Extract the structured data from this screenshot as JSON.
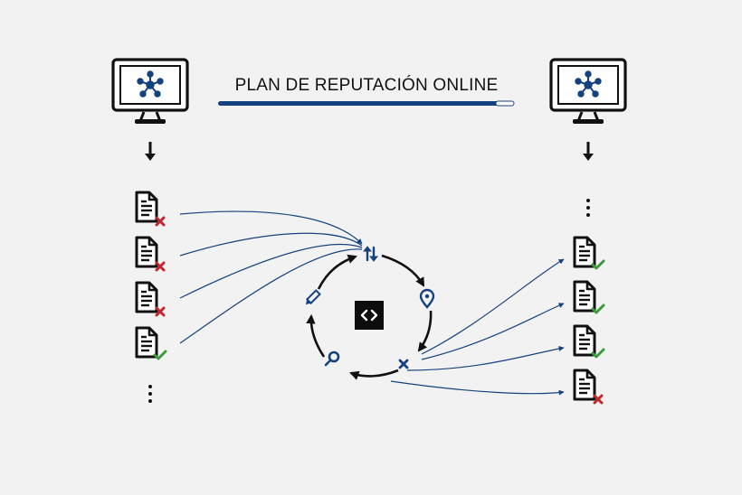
{
  "title": "PLAN DE REPUTACIÓN ONLINE",
  "colors": {
    "accent": "#15427e",
    "ink": "#111111",
    "negative": "#c0272d",
    "positive": "#3a9a3a",
    "background": "#f2f2f2"
  },
  "left_column": {
    "documents": [
      {
        "status": "negative",
        "badge_icon": "x-mark-icon"
      },
      {
        "status": "negative",
        "badge_icon": "x-mark-icon"
      },
      {
        "status": "negative",
        "badge_icon": "x-mark-icon"
      },
      {
        "status": "positive",
        "badge_icon": "check-mark-icon"
      }
    ]
  },
  "right_column": {
    "documents": [
      {
        "status": "positive",
        "badge_icon": "check-mark-icon"
      },
      {
        "status": "positive",
        "badge_icon": "check-mark-icon"
      },
      {
        "status": "positive",
        "badge_icon": "check-mark-icon"
      },
      {
        "status": "negative",
        "badge_icon": "x-mark-icon"
      }
    ]
  },
  "cycle_icons": [
    "transfer-arrows-icon",
    "location-pin-icon",
    "close-icon",
    "search-icon",
    "pencil-icon"
  ],
  "center_icon": "code-brackets-icon",
  "monitor_icon": "network-hub-icon"
}
